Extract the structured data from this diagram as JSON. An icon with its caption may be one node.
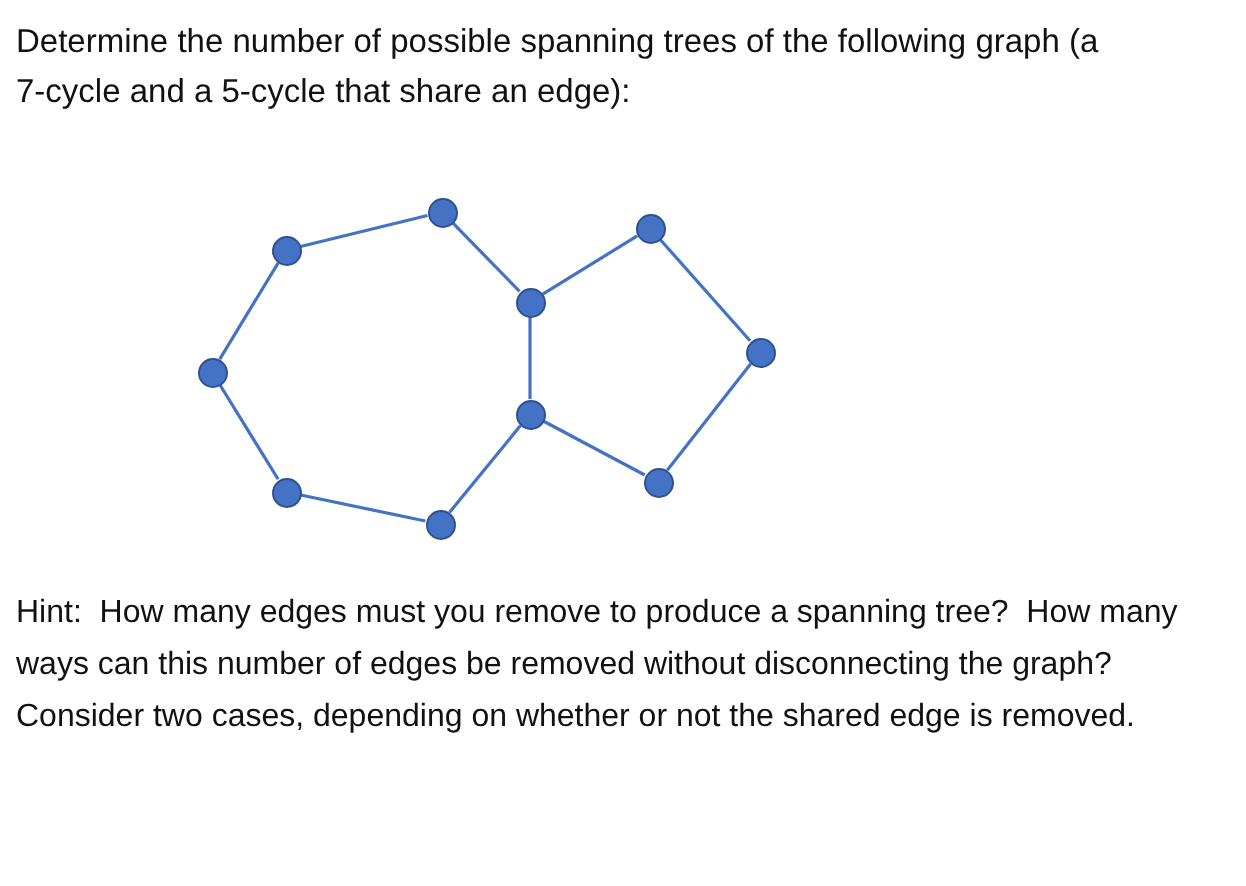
{
  "diagram": {
    "title": "Determine the number of possible spanning trees of the following graph (a 7-cycle and a 5-cycle that share an edge):",
    "nodes": [
      {
        "text": [],
        "shape": "circle"
      },
      {
        "text": [],
        "shape": "circle"
      },
      {
        "text": [],
        "shape": "circle"
      },
      {
        "text": [],
        "shape": "circle"
      },
      {
        "text": [],
        "shape": "circle"
      },
      {
        "text": [],
        "shape": "circle"
      },
      {
        "text": [],
        "shape": "circle"
      },
      {
        "text": [],
        "shape": "circle"
      },
      {
        "text": [],
        "shape": "circle"
      },
      {
        "text": [],
        "shape": "circle"
      }
    ],
    "edges": [
      {
        "from": 1,
        "to": 3,
        "arrow": "none"
      },
      {
        "from": 3,
        "to": 5,
        "arrow": "none"
      },
      {
        "from": 5,
        "to": 6,
        "arrow": "none"
      },
      {
        "from": 6,
        "to": 4,
        "arrow": "none"
      },
      {
        "from": 4,
        "to": 2,
        "arrow": "none"
      },
      {
        "from": 2,
        "to": 0,
        "arrow": "none"
      },
      {
        "from": 0,
        "to": 1,
        "arrow": "none"
      },
      {
        "from": 5,
        "to": 7,
        "arrow": "none"
      },
      {
        "from": 7,
        "to": 9,
        "arrow": "none"
      },
      {
        "from": 9,
        "to": 8,
        "arrow": "none"
      },
      {
        "from": 8,
        "to": 6,
        "arrow": "none"
      }
    ],
    "labels": [
      "Hint:  How many edges must you remove to produce a spanning tree?  How many ways can this number of edges be removed without disconnecting the graph?  Consider two cases, depending on whether or not the shared edge is removed."
    ]
  }
}
